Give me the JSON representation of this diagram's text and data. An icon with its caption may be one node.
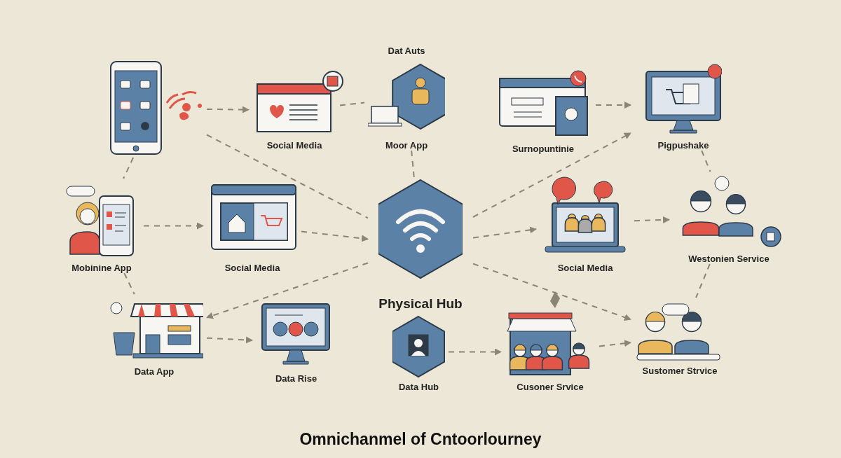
{
  "diagram": {
    "title": "Omnichanmel of Cntoorlourney",
    "nodes": [
      {
        "text": [],
        "shape": "picture"
      },
      {
        "text": [
          "Social Media"
        ]
      },
      {
        "text": [
          "Dat Auts",
          "Moor App"
        ]
      },
      {
        "text": [
          "Surnopuntinie"
        ]
      },
      {
        "text": [
          "Pigpushake"
        ]
      },
      {
        "text": [
          "Mobinine App"
        ]
      },
      {
        "text": [
          "Social Media"
        ]
      },
      {
        "text": [
          "Physical Hub"
        ]
      },
      {
        "text": [
          "Social Media"
        ]
      },
      {
        "text": [
          "Westonien Service"
        ]
      },
      {
        "text": [
          "Data App"
        ]
      },
      {
        "text": [
          "Data Rise"
        ]
      },
      {
        "text": [
          "Data Hub"
        ]
      },
      {
        "text": [
          "Cusoner Srvice"
        ]
      },
      {
        "text": [
          "Sustomer Strvice"
        ]
      }
    ],
    "edges": [
      {
        "from": 0,
        "to": 1,
        "arrow": "to"
      },
      {
        "from": 1,
        "to": 2,
        "arrow": "none"
      },
      {
        "from": 0,
        "to": 7,
        "arrow": "none"
      },
      {
        "from": 2,
        "to": 7,
        "arrow": "none"
      },
      {
        "from": 3,
        "to": 4,
        "arrow": "to"
      },
      {
        "from": 7,
        "to": 4,
        "arrow": "to"
      },
      {
        "from": 0,
        "to": 5,
        "arrow": "none"
      },
      {
        "from": 4,
        "to": 9,
        "arrow": "none"
      },
      {
        "from": 5,
        "to": 6,
        "arrow": "to"
      },
      {
        "from": 6,
        "to": 7,
        "arrow": "to"
      },
      {
        "from": 7,
        "to": 8,
        "arrow": "to"
      },
      {
        "from": 8,
        "to": 9,
        "arrow": "to"
      },
      {
        "from": 5,
        "to": 10,
        "arrow": "none"
      },
      {
        "from": 7,
        "to": 10,
        "arrow": "to"
      },
      {
        "from": 10,
        "to": 11,
        "arrow": "to"
      },
      {
        "from": 12,
        "to": 13,
        "arrow": "to"
      },
      {
        "from": 13,
        "to": 14,
        "arrow": "to"
      },
      {
        "from": 7,
        "to": 14,
        "arrow": "to"
      },
      {
        "from": 9,
        "to": 14,
        "arrow": "none"
      }
    ]
  }
}
